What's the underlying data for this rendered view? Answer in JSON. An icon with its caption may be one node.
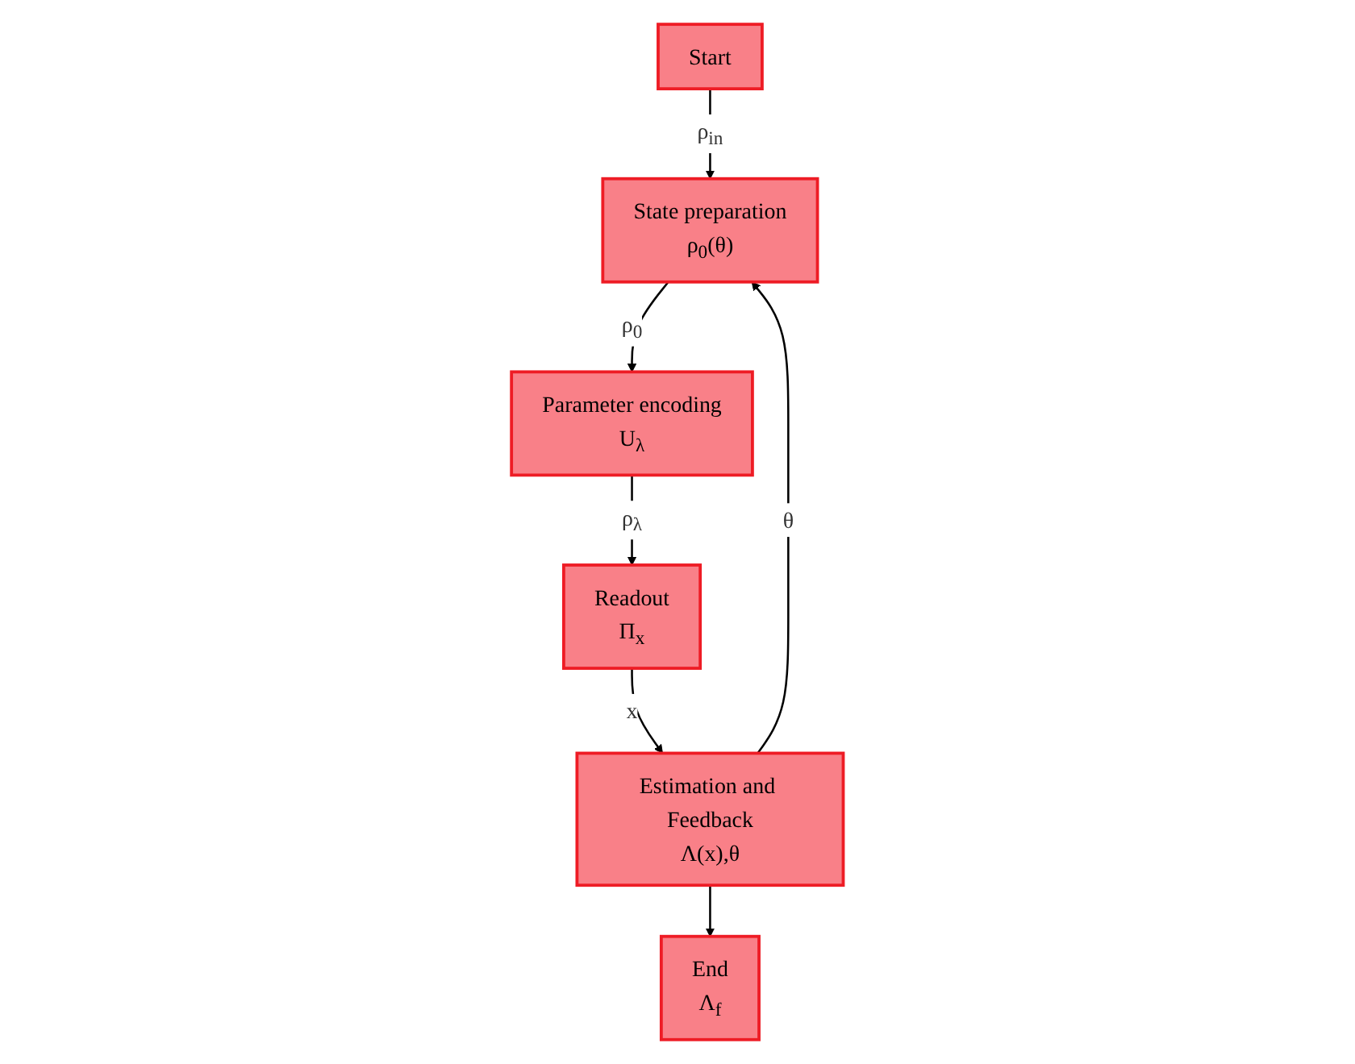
{
  "diagram": {
    "nodes": [
      {
        "text": [
          "Start"
        ]
      },
      {
        "text": [
          "State preparation",
          "ρ$_{0}$(θ)"
        ]
      },
      {
        "text": [
          "Parameter encoding",
          "U$_{λ}$"
        ]
      },
      {
        "text": [
          "Readout",
          "Π$_{x}$"
        ]
      },
      {
        "text": [
          "Estimation and Feedback",
          "Λ(x),θ"
        ]
      },
      {
        "text": [
          "End",
          "Λ$_{f}$"
        ]
      }
    ],
    "edges": [
      {
        "from": 0,
        "to": 1,
        "arrow": "to",
        "label": "ρ$_{in}$"
      },
      {
        "from": 1,
        "to": 2,
        "arrow": "to",
        "label": "ρ$_{0}$"
      },
      {
        "from": 2,
        "to": 3,
        "arrow": "to",
        "label": "ρ$_{λ}$"
      },
      {
        "from": 3,
        "to": 4,
        "arrow": "to",
        "label": "x"
      },
      {
        "from": 4,
        "to": 1,
        "arrow": "to",
        "label": "θ"
      },
      {
        "from": 4,
        "to": 5,
        "arrow": "to"
      }
    ]
  }
}
